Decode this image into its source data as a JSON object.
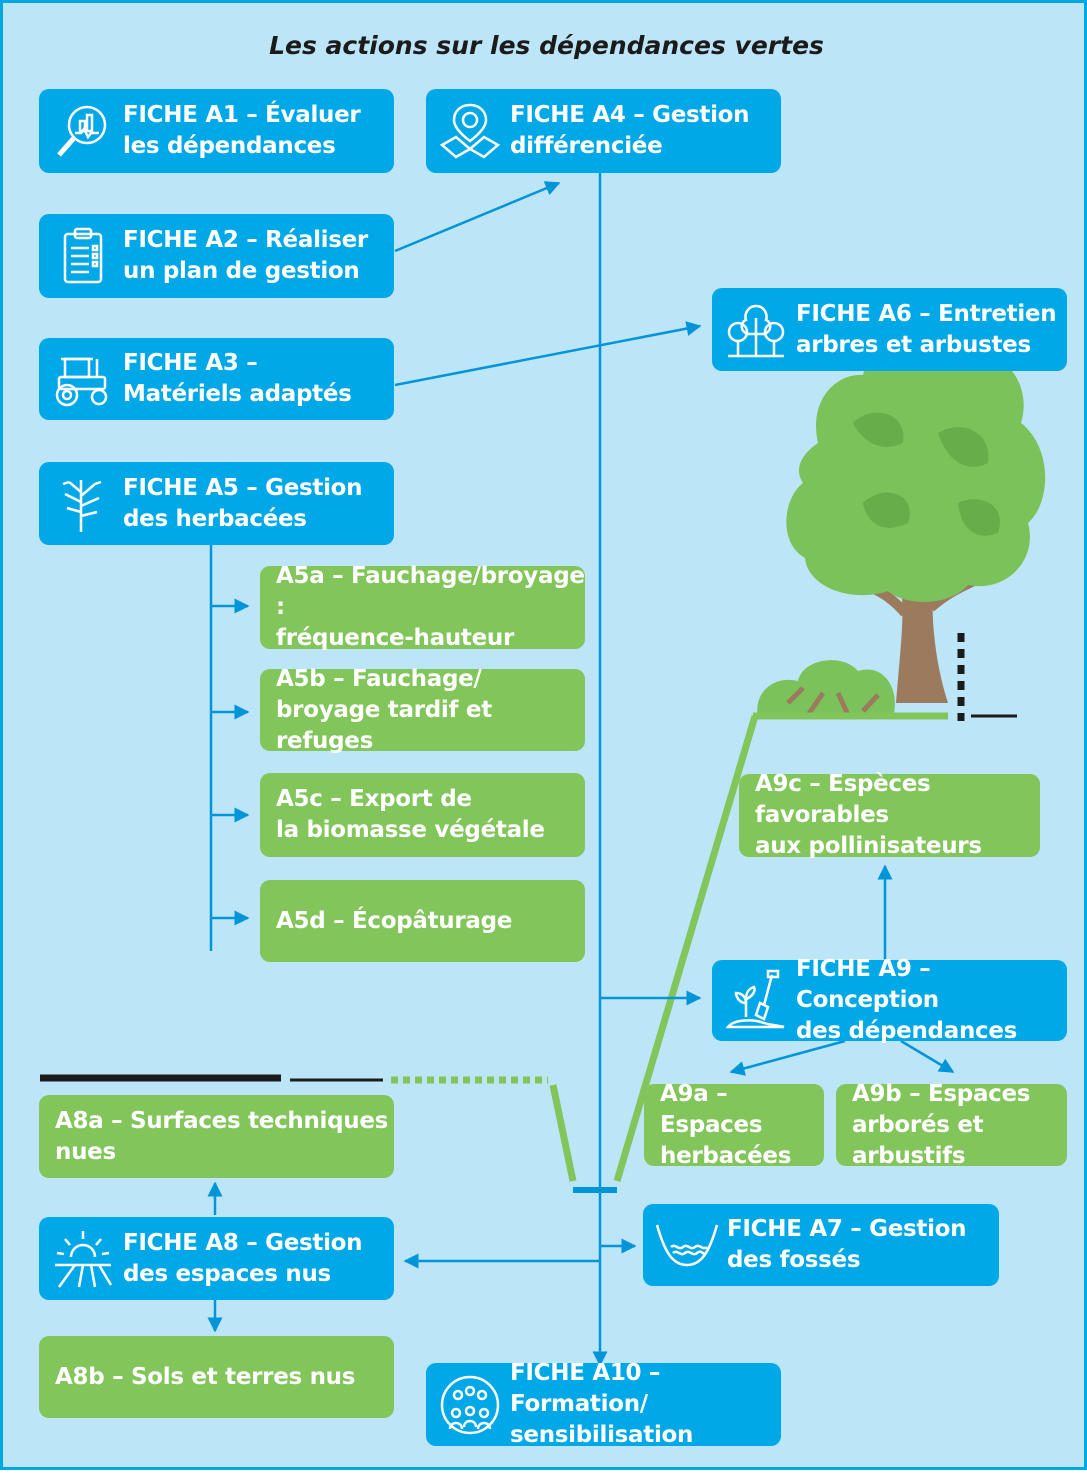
{
  "title": "Les actions sur les dépendances vertes",
  "fiches": {
    "a1": "FICHE A1 – Évaluer\nles dépendances",
    "a2": "FICHE A2 – Réaliser\nun plan de gestion",
    "a3": "FICHE A3 –\nMatériels adaptés",
    "a4": "FICHE A4 – Gestion\ndifférenciée",
    "a5": "FICHE A5 – Gestion\ndes herbacées",
    "a6": "FICHE A6 – Entretien\narbres et arbustes",
    "a7": "FICHE A7 – Gestion\ndes fossés",
    "a8": "FICHE A8 – Gestion\ndes espaces nus",
    "a9": "FICHE A9 – Conception\ndes dépendances",
    "a10": "FICHE A10 – Formation/\nsensibilisation"
  },
  "sub_actions": {
    "a5a": "A5a – Fauchage/broyage :\nfréquence-hauteur",
    "a5b": "A5b – Fauchage/\nbroyage tardif et refuges",
    "a5c": "A5c – Export de\nla biomasse végétale",
    "a5d": "A5d – Écopâturage",
    "a8a": "A8a – Surfaces techniques nues",
    "a8b": "A8b – Sols et terres nus",
    "a9a": "A9a – Espaces\nherbacées",
    "a9b": "A9b – Espaces\narborés et arbustifs",
    "a9c": "A9c – Espèces favorables\naux pollinisateurs"
  },
  "icons": {
    "a1": "magnifier-chart-icon",
    "a2": "clipboard-checklist-icon",
    "a3": "tractor-icon",
    "a4": "map-pin-icon",
    "a5": "herb-plant-icon",
    "a6": "trees-icon",
    "a7": "ditch-water-icon",
    "a8": "sun-ground-icon",
    "a9": "shovel-plant-icon",
    "a10": "group-people-icon"
  },
  "colors": {
    "background": "#bde5f8",
    "frame": "#00a8e1",
    "fiche_box": "#00a8e8",
    "sub_action_box": "#82c55b",
    "connector": "#0095d9",
    "tree_foliage": "#7cc25a",
    "tree_trunk": "#9b7a5d",
    "ground_line": "#82c55b",
    "road_surface": "#1b1b1b"
  }
}
